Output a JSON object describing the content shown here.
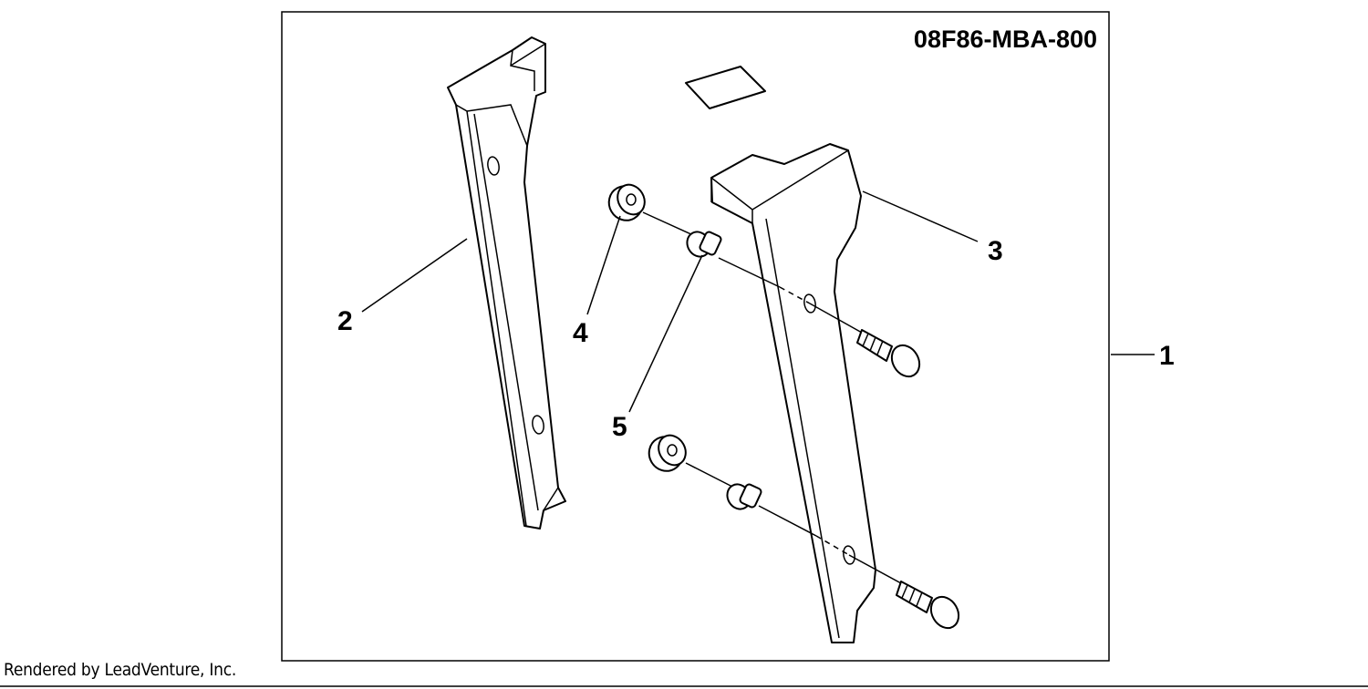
{
  "diagram": {
    "part_number": "08F86-MBA-800",
    "callouts": {
      "kit": "1",
      "left_bracket": "2",
      "right_bracket": "3",
      "collar": "4",
      "grommet": "5"
    }
  },
  "footer": {
    "credit": "Rendered by LeadVenture, Inc."
  }
}
